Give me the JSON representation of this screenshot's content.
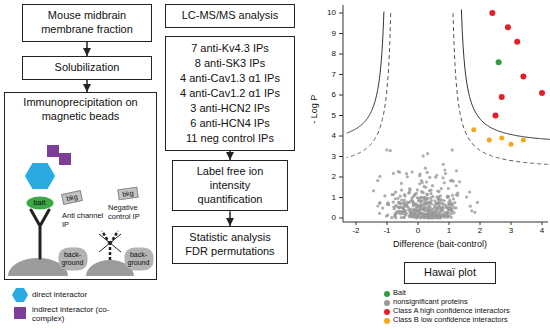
{
  "diagram": {
    "nodes": [
      {
        "text": [
          "Mouse midbrain membrane fraction"
        ]
      },
      {
        "text": [
          "Solubilization"
        ]
      },
      {
        "text": [
          "Immunoprecipitation on magnetic beads"
        ]
      },
      {
        "text": [
          "bait"
        ],
        "in": 2
      },
      {
        "text": [
          "bkg"
        ],
        "in": 2
      },
      {
        "text": [
          "back-ground"
        ],
        "in": 2
      },
      {
        "text": [
          "bkg"
        ],
        "in": 2
      },
      {
        "text": [
          "back-ground"
        ],
        "in": 2
      },
      {
        "text": [
          "LC-MS/MS analysis"
        ]
      },
      {
        "text": [
          "7 anti-Kv4.3 IPs",
          "8 anti-SK3 IPs",
          "4 anti-Cav1.3 α1 IPs",
          "4 anti-Cav1.2 α1 IPs",
          "3 anti-HCN2 IPs",
          "6 anti-HCN4 IPs",
          "11 neg control IPs"
        ]
      },
      {
        "text": [
          "Label free ion intensity quantification"
        ]
      },
      {
        "text": [
          "Statistic analysis FDR permutations"
        ]
      },
      {
        "text": [
          "Hawaï plot"
        ]
      }
    ],
    "edges": [
      {
        "from": 0,
        "to": 1,
        "arrow": "to"
      },
      {
        "from": 1,
        "to": 2,
        "arrow": "to"
      },
      {
        "from": 9,
        "to": 10,
        "arrow": "to"
      },
      {
        "from": 10,
        "to": 11,
        "arrow": "to"
      }
    ],
    "labels": [
      "Anti channel IP",
      "Negative control IP",
      "0",
      "1",
      "2",
      "3",
      "4",
      "5",
      "6",
      "7",
      "8",
      "9",
      "10",
      "-2",
      "-1",
      "0",
      "1",
      "2",
      "3",
      "4",
      "- Log P",
      "Difference (bait-control)"
    ],
    "legend": [
      {
        "text": "direct interactor",
        "color": "#29abe2"
      },
      {
        "text": "indirect interactor (co-complex)",
        "color": "#7b3f98"
      },
      {
        "text": "Bait",
        "color": "#2e9e3e"
      },
      {
        "text": "nonsignificant proteins",
        "color": "#9a9a9a"
      },
      {
        "text": "Class A high confidence interactors",
        "color": "#e3202a"
      },
      {
        "text": "Class B low confidence interactors",
        "color": "#f4a61d"
      }
    ]
  }
}
